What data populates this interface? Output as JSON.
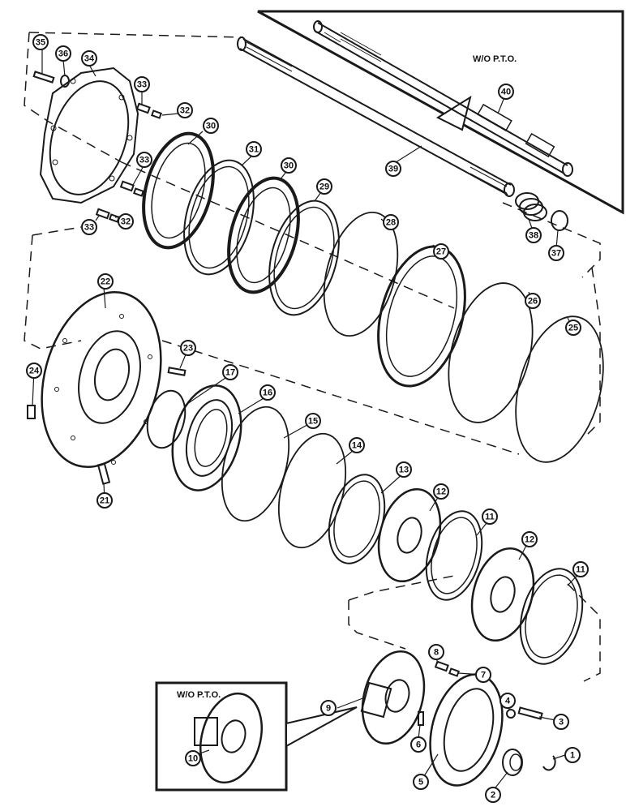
{
  "insets": {
    "top_note": "W/O P.T.O.",
    "bottom_note": "W/O P.T.O."
  },
  "callouts": [
    "35",
    "36",
    "34",
    "33",
    "32",
    "33",
    "33",
    "32",
    "30",
    "31",
    "30",
    "29",
    "39",
    "40",
    "38",
    "37",
    "28",
    "27",
    "26",
    "25",
    "22",
    "23",
    "17",
    "24",
    "16",
    "15",
    "14",
    "21",
    "13",
    "12",
    "11",
    "12",
    "11",
    "8",
    "7",
    "9",
    "4",
    "3",
    "10",
    "6",
    "5",
    "2",
    "1"
  ]
}
